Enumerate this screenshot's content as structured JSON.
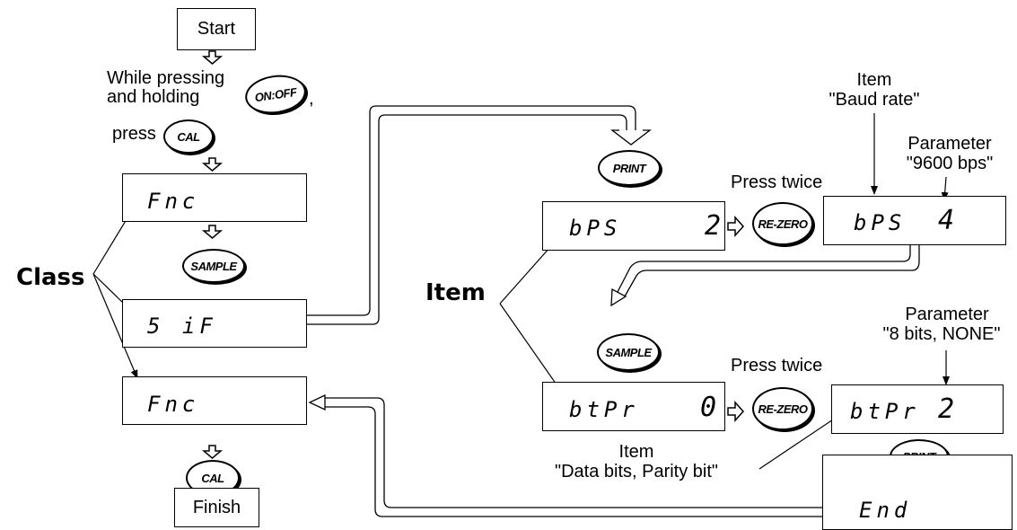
{
  "start_label": "Start",
  "finish_label": "Finish",
  "instruction": {
    "line1": "While pressing",
    "line2": "and holding",
    "comma": ",",
    "press": "press"
  },
  "buttons": {
    "on_off": "ON:OFF",
    "cal": "CAL",
    "sample": "SAMPLE",
    "print": "PRINT",
    "re_zero": "RE-ZERO"
  },
  "class_label": "Class",
  "item_label": "Item",
  "press_twice": "Press twice",
  "displays": {
    "fnc_top": "Fnc",
    "sif": "5 iF",
    "fnc_bottom": "Fnc",
    "bps_item": "bPS",
    "bps_value_before": "2",
    "bps_value_after": "4",
    "btpr_item": "btPr",
    "btpr_value_before": "0",
    "btpr_value_after": "2",
    "end": "End"
  },
  "annotations": {
    "item_baud": "Item",
    "item_baud_name": "\"Baud rate\"",
    "param_9600": "Parameter",
    "param_9600_value": "\"9600 bps\"",
    "param_8bits": "Parameter",
    "param_8bits_value": "\"8 bits, NONE\"",
    "item_databits": "Item",
    "item_databits_name": "\"Data bits, Parity bit\""
  }
}
